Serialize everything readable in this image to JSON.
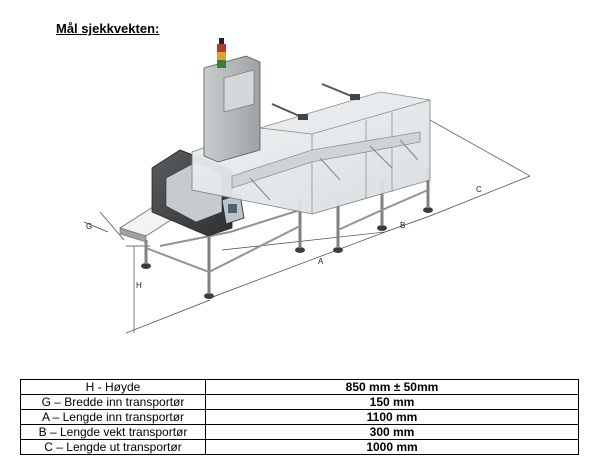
{
  "title": "Mål sjekkvekten:",
  "drawing": {
    "dimension_labels": {
      "height": "H",
      "width_in": "G",
      "length_in": "A",
      "length_weigh": "B",
      "length_out": "C"
    }
  },
  "specs": [
    {
      "parameter": "H - Høyde",
      "value": "850 mm  ± 50mm"
    },
    {
      "parameter": "G – Bredde inn transportør",
      "value": "150 mm"
    },
    {
      "parameter": "A – Lengde inn transportør",
      "value": "1100 mm"
    },
    {
      "parameter": "B – Lengde vekt transportør",
      "value": "300 mm"
    },
    {
      "parameter": "C – Lengde ut transportør",
      "value": "1000 mm"
    }
  ]
}
